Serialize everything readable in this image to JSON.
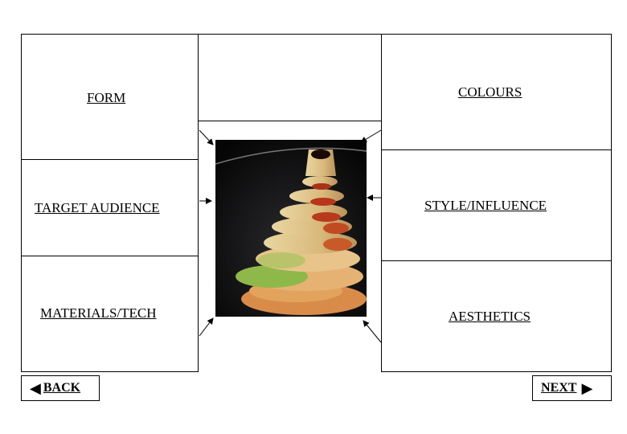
{
  "categories": {
    "form": "FORM",
    "target_audience": "TARGET AUDIENCE",
    "materials_tech": "MATERIALS/TECH",
    "colours": "COLOURS",
    "style_influence": "STYLE/INFLUENCE",
    "aesthetics": "AESTHETICS"
  },
  "navigation": {
    "back_label": "BACK",
    "next_label": "NEXT"
  },
  "colors": {
    "border": "#000000",
    "background": "#ffffff"
  },
  "image": {
    "subject": "stacked-disc-lamp-photo"
  }
}
